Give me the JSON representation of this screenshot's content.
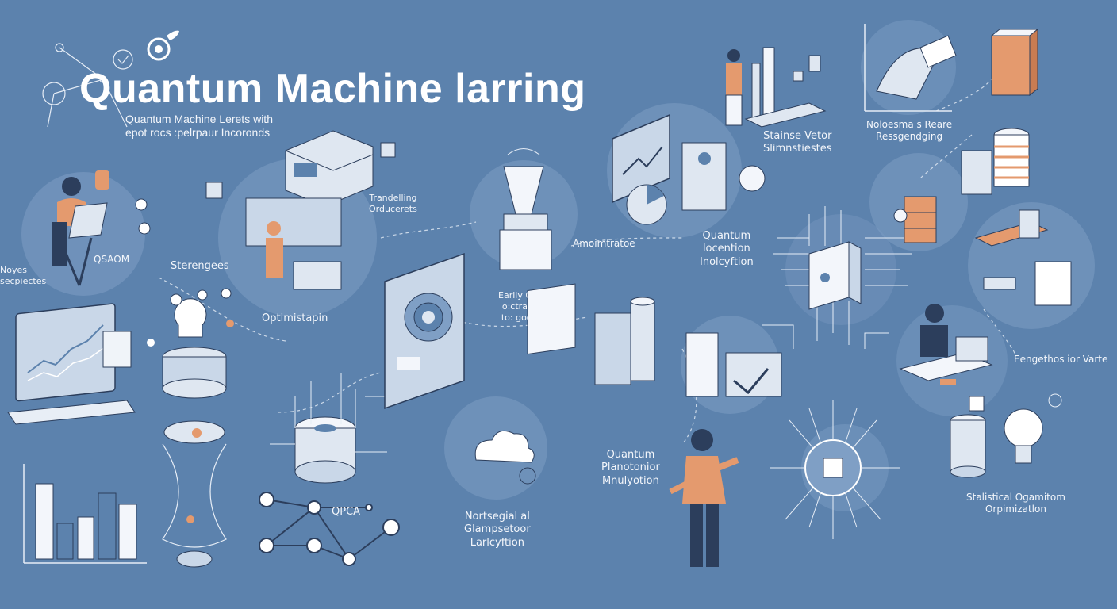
{
  "title": "Quantum Machine larring",
  "subtitle_line1": "Quantum Machine Lerets with",
  "subtitle_line2": "epot rocs  :pelrpaur Incoronds",
  "labels": {
    "noyes_1": "Noyes",
    "noyes_2": "secpiectes",
    "qsaom": "QSAOM",
    "stereges": "Sterengees",
    "optimistain": "Optimistapin",
    "trending_1": "Trandelling",
    "trending_2": "Orducerets",
    "amointratoe": "Amoimtratoe",
    "early_1": "Earlly Obcernes",
    "early_2": "o:ctraloren oo",
    "early_3": "to: gooolo ooo",
    "stainse_1": "Stainse Vetor",
    "stainse_2": "Slimnstiestes",
    "nolosma_1": "Noloesma s Reare",
    "nolosma_2": "Ressgendging",
    "quantum_loc_1": "Quantum",
    "quantum_loc_2": "locention",
    "quantum_loc_3": "Inolcyftion",
    "engagethos": "Eengethos ior Varte",
    "quantum_plan_1": "Quantum",
    "quantum_plan_2": "Planotonior",
    "quantum_plan_3": "Mnulyotion",
    "qpca": "QPCA",
    "nortsoal_1": "Nortsegial al",
    "nortsoal_2": "Glampsetoor",
    "nortsoal_3": "Larlcyftion",
    "statistical_1": "Stalistical Ogamitom",
    "statistical_2": "Orpimizatlon"
  },
  "colors": {
    "background": "#5c82ad",
    "circle_fill": "#7f9fc5",
    "line": "#e6edf6",
    "accent_orange": "#e49a6e",
    "dark_navy": "#2c3e5c"
  }
}
